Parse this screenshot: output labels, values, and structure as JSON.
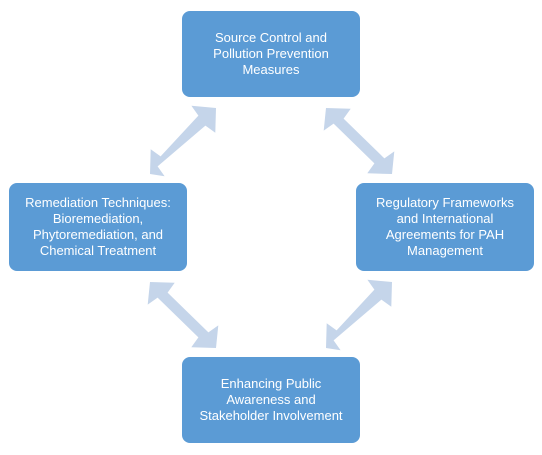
{
  "diagram": {
    "nodes": {
      "top": "Source Control and Pollution Prevention Measures",
      "left": "Remediation Techniques: Bioremediation, Phytoremediation, and Chemical Treatment",
      "right": "Regulatory Frameworks and International Agreements for PAH Management",
      "bottom": "Enhancing Public Awareness and Stakeholder Involvement"
    },
    "colors": {
      "node_fill": "#5b9bd5",
      "node_text": "#ffffff",
      "arrow_fill": "#c5d5ea"
    }
  }
}
